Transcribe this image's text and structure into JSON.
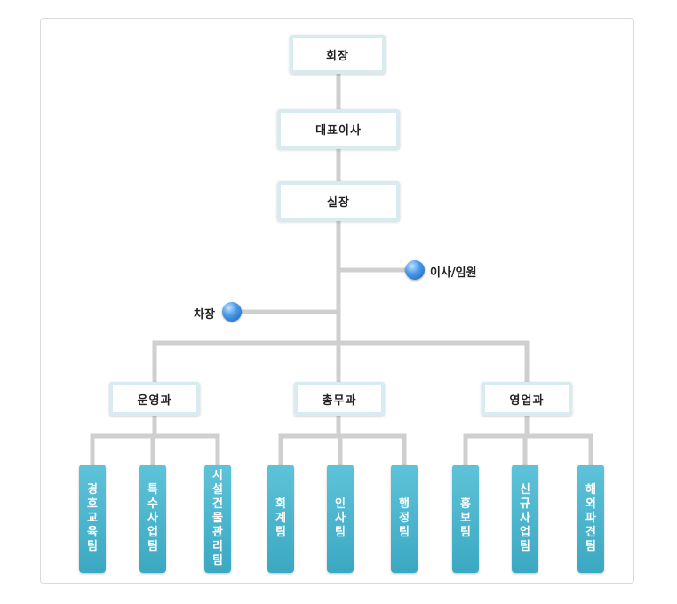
{
  "chart": {
    "top": [
      {
        "id": "chairman",
        "label": "회장"
      },
      {
        "id": "ceo",
        "label": "대표이사"
      },
      {
        "id": "director",
        "label": "실장"
      }
    ],
    "side": {
      "right": {
        "label": "이사/임원",
        "icon": "blue-ball-icon"
      },
      "left": {
        "label": "차장",
        "icon": "blue-ball-icon"
      }
    },
    "departments": [
      {
        "label": "운영과",
        "teams": [
          "경호교육팀",
          "특수사업팀",
          "시설건물관리팀"
        ]
      },
      {
        "label": "총무과",
        "teams": [
          "회계팀",
          "인사팀",
          "행정팀"
        ]
      },
      {
        "label": "영업과",
        "teams": [
          "홍보팀",
          "신규사업팀",
          "해외파견팀"
        ]
      }
    ]
  },
  "colors": {
    "line": "#cfcfcf",
    "team_fill": "#49b3cc",
    "box_border": "#d8ecf0",
    "ball": "#2f7fd6"
  }
}
